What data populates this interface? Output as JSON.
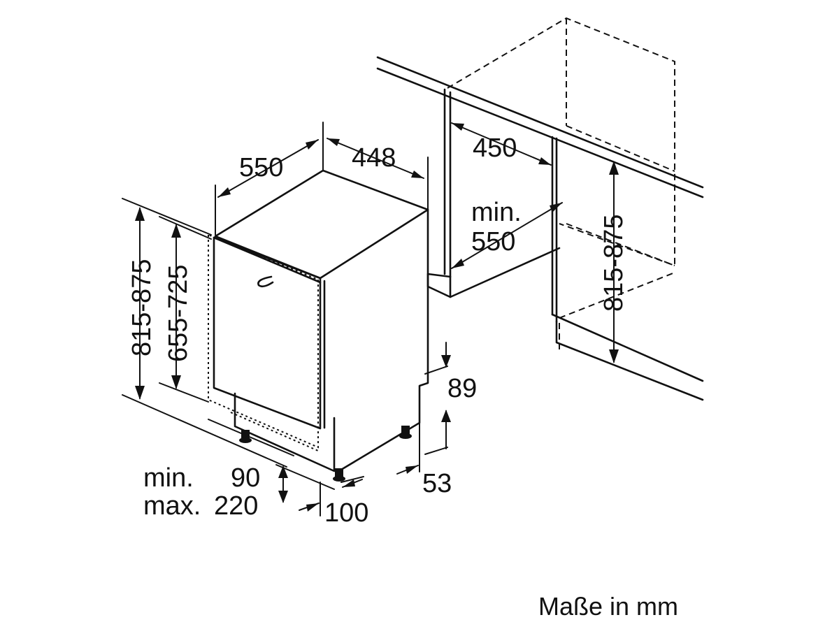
{
  "diagram": {
    "labels": {
      "depth": "550",
      "width": "448",
      "niche_depth": "450",
      "niche_min_label": "min.",
      "niche_min_value": "550",
      "height_left": "815-875",
      "height_door": "655-725",
      "height_niche": "815-875",
      "plinth_89": "89",
      "plinth_53": "53",
      "plinth_100": "100",
      "foot_min_label": "min.",
      "foot_min_value": "90",
      "foot_max_label": "max.",
      "foot_max_value": "220"
    },
    "units_note": "Maße in mm"
  }
}
